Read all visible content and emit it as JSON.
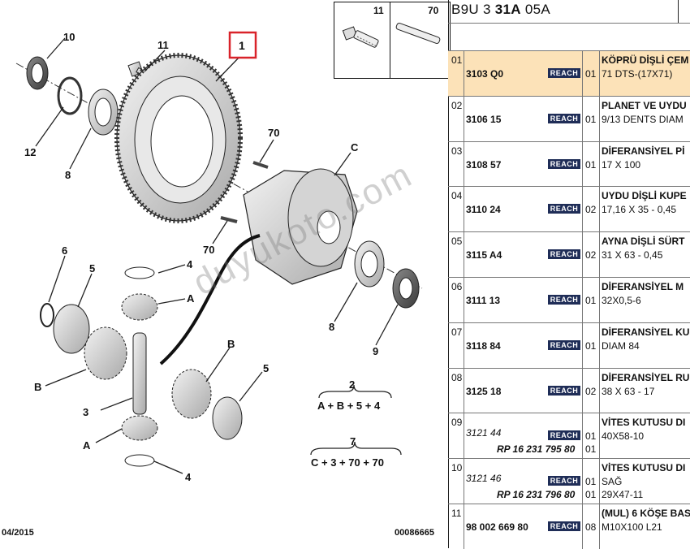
{
  "header": {
    "code_pre": "B9U 3 ",
    "code_bold": "31A",
    "code_post": " 05A"
  },
  "thumb": {
    "left_num": "11",
    "right_num": "70"
  },
  "footer": {
    "date": "04/2015",
    "ref": "00086665"
  },
  "watermark": "duyukoto.com",
  "callouts": {
    "n10": "10",
    "n11": "11",
    "n1": "1",
    "n12": "12",
    "n8a": "8",
    "n70a": "70",
    "nC": "C",
    "n70b": "70",
    "n6": "6",
    "n5a": "5",
    "n4a": "4",
    "nAa": "A",
    "nB1": "B",
    "n3": "3",
    "nB2": "B",
    "n5b": "5",
    "nAb": "A",
    "n4b": "4",
    "n8b": "8",
    "n9": "9"
  },
  "formulas": {
    "f1_top": "2",
    "f1_bottom": "A + B + 5 + 4",
    "f2_top": "7",
    "f2_bottom": "C + 3 + 70 + 70"
  },
  "badge": "REACH",
  "rows": [
    {
      "idx": "01",
      "ref": "3103 Q0",
      "qty": "01",
      "desc": "KÖPRÜ DİŞLİ ÇEM",
      "desc2": "71 DTS-(17X71)",
      "selected": true
    },
    {
      "idx": "02",
      "ref": "3106 15",
      "qty": "01",
      "desc": "PLANET VE UYDU",
      "desc2": "9/13 DENTS DIAM"
    },
    {
      "idx": "03",
      "ref": "3108 57",
      "qty": "01",
      "desc": "DİFERANSİYEL Pİ",
      "desc2": "17 X 100"
    },
    {
      "idx": "04",
      "ref": "3110 24",
      "qty": "02",
      "desc": "UYDU DİŞLİ KUPE",
      "desc2": "17,16 X 35 - 0,45"
    },
    {
      "idx": "05",
      "ref": "3115 A4",
      "qty": "02",
      "desc": "AYNA DİŞLİ SÜRT",
      "desc2": "31 X 63 - 0,45"
    },
    {
      "idx": "06",
      "ref": "3111 13",
      "qty": "01",
      "desc": "DİFERANSİYEL M",
      "desc2": "32X0,5-6"
    },
    {
      "idx": "07",
      "ref": "3118 84",
      "qty": "01",
      "desc": "DİFERANSİYEL KU",
      "desc2": "DIAM 84"
    },
    {
      "idx": "08",
      "ref": "3125 18",
      "qty": "02",
      "desc": "DİFERANSİYEL RU",
      "desc2": "38 X 63 - 17"
    },
    {
      "idx": "09",
      "ref": "3121 44",
      "ref2": "RP 16 231 795 80",
      "qty": "01",
      "qty2": "01",
      "desc": "VİTES KUTUSU DI",
      "desc2": "40X58-10",
      "italic": true
    },
    {
      "idx": "10",
      "ref": "3121 46",
      "ref2": "RP 16 231 796 80",
      "qty": "01",
      "qty2": "01",
      "desc": "VİTES KUTUSU DI",
      "desc2": "SAĞ",
      "desc3": "29X47-11",
      "italic": true
    },
    {
      "idx": "11",
      "ref": "98 002 669 80",
      "qty": "08",
      "desc": "(MUL) 6 KÖŞE BAS",
      "desc2": "M10X100 L21"
    }
  ]
}
